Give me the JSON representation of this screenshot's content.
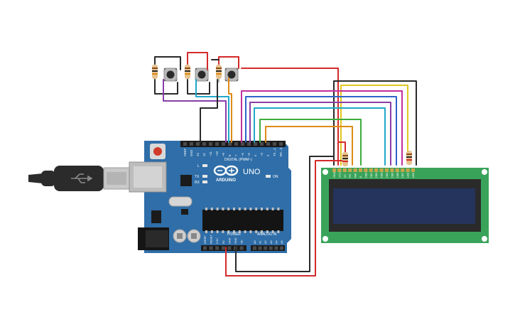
{
  "board": {
    "brand": "ARDUINO",
    "model": "UNO",
    "on_label": "ON",
    "led_labels": [
      "L",
      "TX",
      "RX"
    ],
    "digital_header_label": "DIGITAL (PWM~)",
    "digital_pins": [
      "AREF",
      "GND",
      "13",
      "12",
      "~11",
      "~10",
      "~9",
      "8",
      "7",
      "~6",
      "~5",
      "4",
      "~3",
      "2",
      "TX→1",
      "RX←0"
    ],
    "power_header_label": "POWER",
    "power_pins": [
      "IOREF",
      "RESET",
      "3.3V",
      "5V",
      "GND",
      "GND",
      "Vin"
    ],
    "analog_header_label": "ANALOG IN",
    "analog_pins": [
      "A0",
      "A1",
      "A2",
      "A3",
      "A4",
      "A5"
    ]
  },
  "lcd": {
    "pin_labels": [
      "GND",
      "VCC",
      "V0",
      "RS",
      "RW",
      "E",
      "DB0",
      "DB1",
      "DB2",
      "DB3",
      "DB4",
      "DB5",
      "DB6",
      "DB7",
      "LED",
      "LED"
    ]
  },
  "buttons": {
    "count": 3
  },
  "colors": {
    "board": "#2f6ea8",
    "board_dark": "#1d4f7c",
    "lcd_pcb": "#3aa35a",
    "lcd_screen": "#24345c",
    "wire_red": "#d42a2a",
    "wire_black": "#2a2a2a",
    "wire_purple": "#8a3ea8",
    "wire_cyan": "#22a7c8",
    "wire_orange": "#e08a14",
    "wire_magenta": "#c22f9a",
    "wire_blue": "#2e63c9",
    "wire_green": "#3cad3c",
    "wire_yellow": "#e1c81f"
  }
}
